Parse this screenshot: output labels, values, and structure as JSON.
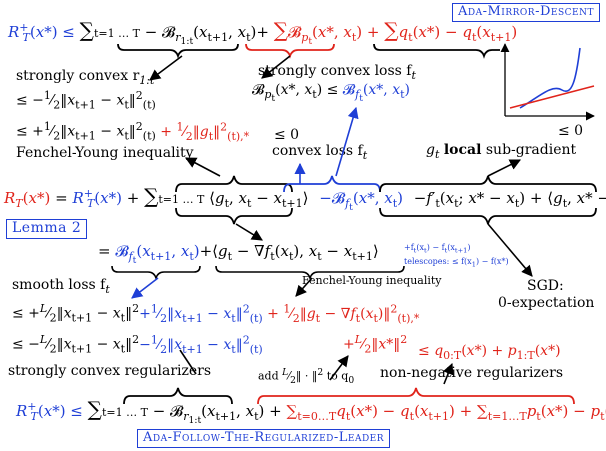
{
  "labels": {
    "ada_mirror_descent": "Ada-Mirror-Descent",
    "lemma2": "Lemma 2",
    "ada_ftrl": "Ada-Follow-The-Regularized-Leader",
    "fenchel_young_ineq": "Fenchel-Young inequality",
    "fenchel_young_ineq2": "Fenchel-Young inequality",
    "strongly_convex_r": "strongly convex r",
    "strongly_convex_loss": "strongly convex loss f",
    "convex_loss": "convex loss f",
    "local_subgrad_pre": "g",
    "local_subgrad_bold": "local",
    "local_subgrad_post": "sub-gradient",
    "sgd": "SGD:",
    "zero_expectation": "0-expectation",
    "smooth_loss": "smooth loss f",
    "strongly_convex_regularizers": "strongly convex regularizers",
    "non_negative_regularizers": "non-negative regularizers",
    "add_norm": "add",
    "add_norm_to": "to q",
    "telescopes_top": "+f",
    "telescopes_bottom": "telescopes: ≤ f(x",
    "le_zero_1": "≤ 0",
    "le_zero_2": "≤ 0"
  },
  "formulas": {
    "line1_lhs": "R",
    "line1_rhs": "≤",
    "mirror_breg": "− 𝓑",
    "mirror_breg_args": "(x",
    "red_breg": "𝓑",
    "red_breg_args": "(x*, x",
    "red_q": "q",
    "red_q_args": "(x*) − q",
    "sc_ineq1": "≤ −",
    "sc_ineq2": "≤ +",
    "scl_breg": "𝓑",
    "main_lhs": "R",
    "smooth_ineq1": "≤ +",
    "smooth_ineq2": "≤ −",
    "ftrl_lhs": "R"
  }
}
